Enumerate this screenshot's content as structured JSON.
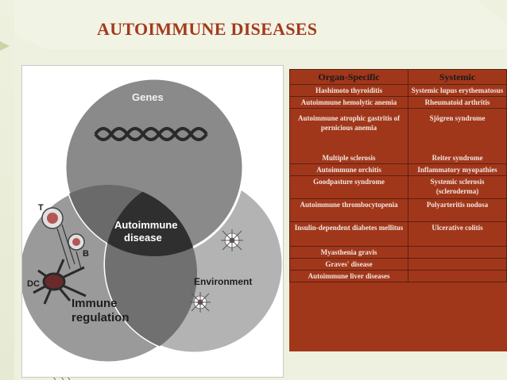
{
  "title": "AUTOIMMUNE DISEASES",
  "colors": {
    "title": "#a33a1c",
    "table_bg": "#a1371a",
    "slide_bg": "#eef1df"
  },
  "venn": {
    "circles": [
      "Genes",
      "Immune regulation",
      "Environment"
    ],
    "center": "Autoimmune disease",
    "labels": {
      "genes": "Genes",
      "center_1": "Autoimmune",
      "center_2": "disease",
      "immune_1": "Immune",
      "immune_2": "regulation",
      "environment": "Environment",
      "cell_t": "T",
      "cell_b": "B",
      "cell_dc": "DC"
    }
  },
  "table": {
    "headers": [
      "Organ-Specific",
      "Systemic"
    ],
    "rows": [
      {
        "organ": "Hashimoto thyroiditis",
        "systemic": "Systemic lupus erythematosus"
      },
      {
        "organ": "Autoimmune hemolytic anemia",
        "systemic": "Rheumatoid arthritis"
      },
      {
        "organ": "Autoimmune atrophic gastritis of pernicious anemia",
        "systemic": "Sjögren syndrome"
      },
      {
        "organ": "Multiple sclerosis",
        "systemic": "Reiter syndrome"
      },
      {
        "organ": "Autoimmune orchitis",
        "systemic": "Inflammatory myopathies"
      },
      {
        "organ": "Goodpasture syndrome",
        "systemic": "Systemic sclerosis (scleroderma)"
      },
      {
        "organ": "Autoimmune thrombocytopenia",
        "systemic": "Polyarteritis nodosa"
      },
      {
        "organ": "Insulin-dependent diabetes mellitus",
        "systemic": "Ulcerative colitis"
      },
      {
        "organ": "Myasthenia gravis",
        "systemic": ""
      },
      {
        "organ": "Graves' disease",
        "systemic": ""
      },
      {
        "organ": "Autoimmune liver diseases",
        "systemic": ""
      }
    ]
  }
}
